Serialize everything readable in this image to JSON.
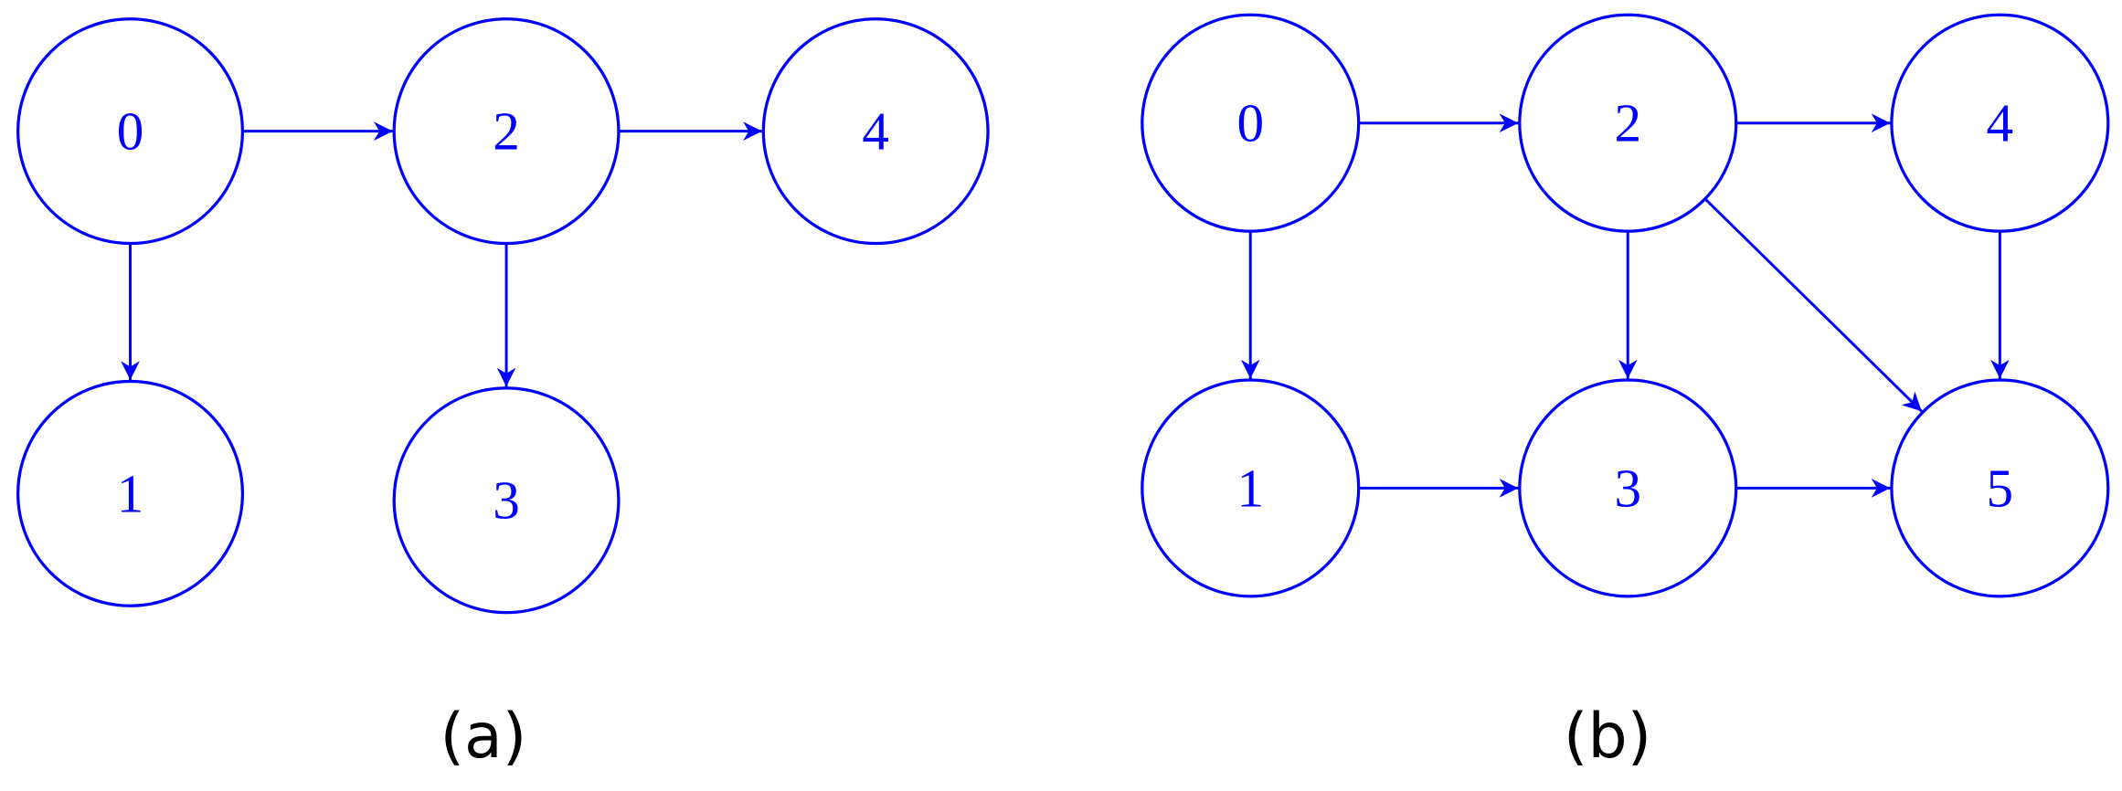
{
  "color": "#0000ff",
  "graphs": [
    {
      "caption": "(a)",
      "nodes": [
        {
          "id": "0",
          "label": "0"
        },
        {
          "id": "1",
          "label": "1"
        },
        {
          "id": "2",
          "label": "2"
        },
        {
          "id": "3",
          "label": "3"
        },
        {
          "id": "4",
          "label": "4"
        }
      ],
      "edges": [
        [
          "0",
          "2"
        ],
        [
          "2",
          "4"
        ],
        [
          "0",
          "1"
        ],
        [
          "2",
          "3"
        ]
      ]
    },
    {
      "caption": "(b)",
      "nodes": [
        {
          "id": "0",
          "label": "0"
        },
        {
          "id": "1",
          "label": "1"
        },
        {
          "id": "2",
          "label": "2"
        },
        {
          "id": "3",
          "label": "3"
        },
        {
          "id": "4",
          "label": "4"
        },
        {
          "id": "5",
          "label": "5"
        }
      ],
      "edges": [
        [
          "0",
          "2"
        ],
        [
          "2",
          "4"
        ],
        [
          "0",
          "1"
        ],
        [
          "2",
          "3"
        ],
        [
          "2",
          "5"
        ],
        [
          "4",
          "5"
        ],
        [
          "1",
          "3"
        ],
        [
          "3",
          "5"
        ]
      ]
    }
  ]
}
